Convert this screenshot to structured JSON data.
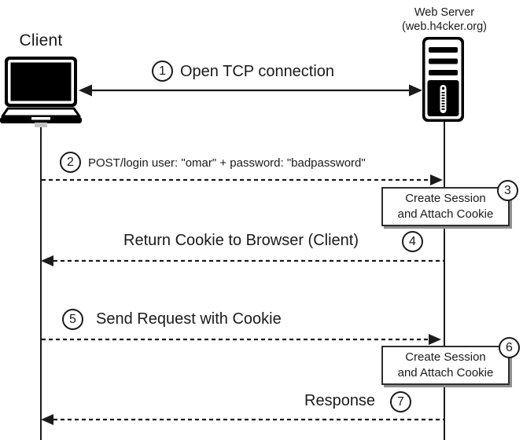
{
  "title": "Web session sequence diagram",
  "colors": {
    "background": "#ffffff",
    "stroke": "#1a1a1a",
    "box_border": "#2e2e2e",
    "box_shadow": "#8f8f8f"
  },
  "actors": {
    "client": {
      "label": "Client"
    },
    "server": {
      "name_line1": "Web Server",
      "name_line2": "(web.h4cker.org)"
    }
  },
  "steps": {
    "s1": {
      "num": "1",
      "label": "Open TCP connection"
    },
    "s2": {
      "num": "2",
      "label": "POST/login user: \"omar\" + password: \"badpassword\""
    },
    "s3": {
      "num": "3",
      "line1": "Create Session",
      "line2": "and Attach Cookie"
    },
    "s4": {
      "num": "4",
      "label": "Return Cookie to Browser (Client)"
    },
    "s5": {
      "num": "5",
      "label": "Send Request with Cookie"
    },
    "s6": {
      "num": "6",
      "line1": "Create Session",
      "line2": "and Attach Cookie"
    },
    "s7": {
      "num": "7",
      "label": "Response"
    }
  }
}
